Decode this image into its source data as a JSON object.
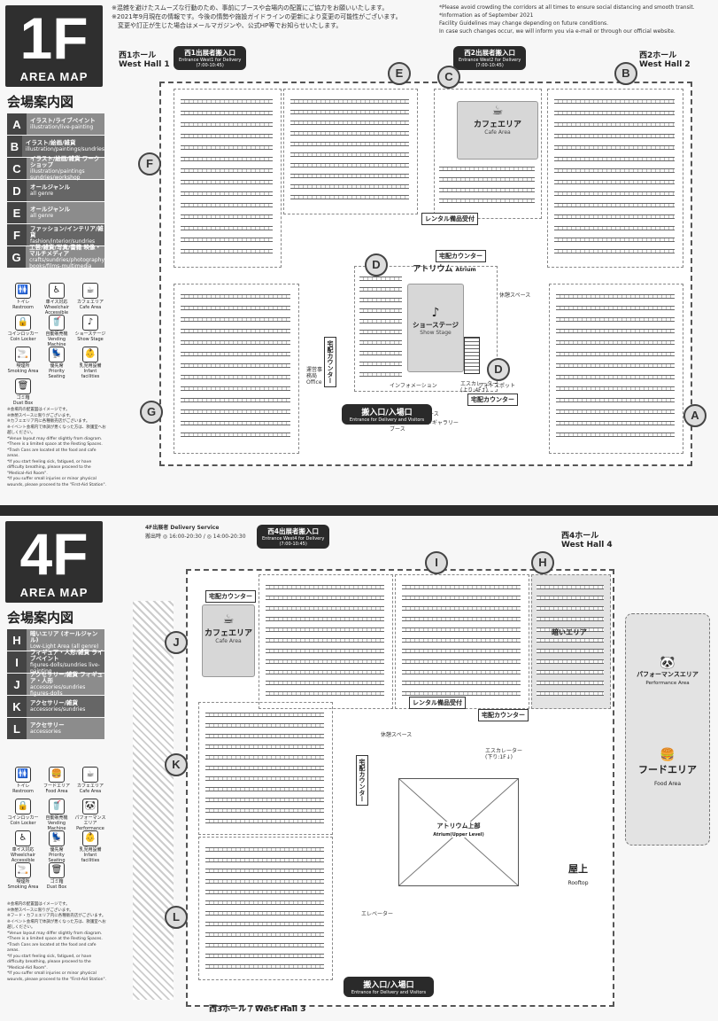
{
  "floor1": {
    "badge_big": "1F",
    "badge_sub": "AREA MAP",
    "guide_title": "会場案内図",
    "header_notes_ja": [
      "※混雑を避けたスムーズな行動のため、事前にブースや会場内の配置にご協力をお願いいたします。",
      "※2021年9月現在の情報です。今後の情勢や施設ガイドラインの更新により変更の可能性がございます。",
      "　変更や訂正が生じた場合はメールマガジンや、公式HP等でお知らせいたします。"
    ],
    "header_notes_en": [
      "*Please avoid crowding the corridors at all times to ensure social distancing and smooth transit.",
      "*Information as of September 2021",
      "  Facility Guidelines may change depending on future conditions.",
      "  In case such changes occur, we will inform you via e-mail or through our official website."
    ],
    "legend": [
      {
        "letter": "A",
        "ja": "イラスト/ライブペイント",
        "en": "illustration/live-painting"
      },
      {
        "letter": "B",
        "ja": "イラスト/絵画/雑貨",
        "en": "illustration/paintings/sundries"
      },
      {
        "letter": "C",
        "ja": "イラスト/絵画/雑貨 ワークショップ",
        "en": "illustration/paintings sundries/workshop"
      },
      {
        "letter": "D",
        "ja": "オールジャンル",
        "en": "all genre"
      },
      {
        "letter": "E",
        "ja": "オールジャンル",
        "en": "all genre"
      },
      {
        "letter": "F",
        "ja": "ファッション/インテリア/雑貨",
        "en": "fashion/interior/sundries"
      },
      {
        "letter": "G",
        "ja": "工芸/雑貨/写真/書籍 映像・マルチメディア",
        "en": "crafts/sundries/photography books/films-multimedia"
      }
    ],
    "icons": [
      {
        "glyph": "🚻",
        "ja": "トイレ",
        "en": "Restroom"
      },
      {
        "glyph": "♿",
        "ja": "車イス対応",
        "en": "Wheelchair Accessible"
      },
      {
        "glyph": "☕",
        "ja": "カフェエリア",
        "en": "Cafe Area"
      },
      {
        "glyph": "🔒",
        "ja": "コインロッカー",
        "en": "Coin Locker"
      },
      {
        "glyph": "🥤",
        "ja": "自動販売機",
        "en": "Vending Machine"
      },
      {
        "glyph": "♪",
        "ja": "ショーステージ",
        "en": "Show Stage"
      },
      {
        "glyph": "🚬",
        "ja": "喫煙所",
        "en": "Smoking Area"
      },
      {
        "glyph": "💺",
        "ja": "優先席",
        "en": "Priority Seating"
      },
      {
        "glyph": "👶",
        "ja": "乳児用設備",
        "en": "Infant facilities"
      },
      {
        "glyph": "🗑",
        "ja": "ゴミ箱",
        "en": "Dust Box"
      }
    ],
    "notes": [
      "※会場内の配置図はイメージです。",
      "※休憩スペースに限りがございます。",
      "※カフェエリア内に各種販売店がございます。",
      "※イベント会場内で体調が悪くなった方は、救護室へお越しください。",
      "*Venue layout may differ slightly from diagram.",
      "*There is a limited space at the Resting Spaces.",
      "*Trash Cans are located at the food and cafe areas.",
      "*If you start feeling sick, fatigued, or have difficulty breathing, please proceed to the \"Medical-Aid Room\".",
      "*If you suffer small injuries or minor physical wounds, please proceed to the \"First-Aid Station\"."
    ],
    "west_hall_1_ja": "西1ホール",
    "west_hall_1_en": "West Hall 1",
    "west_hall_2_ja": "西2ホール",
    "west_hall_2_en": "West Hall 2",
    "entrance1": {
      "ja": "西1出展者搬入口",
      "en": "Entrance West1 for Delivery",
      "time": "(7:00-10:45)"
    },
    "entrance2": {
      "ja": "西2出展者搬入口",
      "en": "Entrance West2 for Delivery",
      "time": "(7:00-10:45)"
    },
    "main_entrance": {
      "ja": "搬入口/入場口",
      "en": "Entrance for Delivery and Visitors"
    },
    "cafe": {
      "ja": "カフェエリア",
      "en": "Cafe Area"
    },
    "atrium": {
      "ja": "アトリウム",
      "en": "Atrium"
    },
    "show_stage": {
      "ja": "ショーステージ",
      "en": "Show Stage"
    },
    "delivery_counter": "宅配カウンター",
    "rental_counter": "レンタル備品受付",
    "event_booth": "イベントブース",
    "design_festa_gallery": "デザインフェスタギャラリーブース",
    "photo_spot": "フォトスポット",
    "escalator": "エスカレーター(上り:4F↑)",
    "information": "インフォメーション",
    "rest_space": "休憩スペース",
    "office": "運営事務局 Office",
    "circle_letters": [
      "E",
      "C",
      "B",
      "F",
      "D",
      "D",
      "G",
      "A"
    ]
  },
  "floor4": {
    "badge_big": "4F",
    "badge_sub": "AREA MAP",
    "guide_title": "会場案内図",
    "legend": [
      {
        "letter": "H",
        "ja": "暗いエリア (オールジャンル)",
        "en": "Low-Light Area (all genre)"
      },
      {
        "letter": "I",
        "ja": "フィギュア・人形/雑貨 ライブペイント",
        "en": "figures-dolls/sundries live-painting"
      },
      {
        "letter": "J",
        "ja": "アクセサリー/雑貨 フィギュア・人形",
        "en": "accessories/sundries figures-dolls"
      },
      {
        "letter": "K",
        "ja": "アクセサリー/雑貨",
        "en": "accessories/sundries"
      },
      {
        "letter": "L",
        "ja": "アクセサリー",
        "en": "accessories"
      }
    ],
    "icons": [
      {
        "glyph": "🚻",
        "ja": "トイレ",
        "en": "Restroom"
      },
      {
        "glyph": "🍔",
        "ja": "フードエリア",
        "en": "Food Area"
      },
      {
        "glyph": "☕",
        "ja": "カフェエリア",
        "en": "Cafe Area"
      },
      {
        "glyph": "🔒",
        "ja": "コインロッカー",
        "en": "Coin Locker"
      },
      {
        "glyph": "🥤",
        "ja": "自動販売機",
        "en": "Vending Machine"
      },
      {
        "glyph": "🐼",
        "ja": "パフォーマンスエリア",
        "en": "Performance"
      },
      {
        "glyph": "♿",
        "ja": "車イス対応",
        "en": "Wheelchair Accessible"
      },
      {
        "glyph": "💺",
        "ja": "優先席",
        "en": "Priority Seating"
      },
      {
        "glyph": "👶",
        "ja": "乳児用設備",
        "en": "Infant facilities"
      },
      {
        "glyph": "🚬",
        "ja": "喫煙所",
        "en": "Smoking Area"
      },
      {
        "glyph": "🗑",
        "ja": "ゴミ箱",
        "en": "Dust Box"
      }
    ],
    "notes": [
      "※会場内の配置図はイメージです。",
      "※休憩スペースに限りがございます。",
      "※フード・カフェエリア内に各種販売店がございます。",
      "※イベント会場内で体調が悪くなった方は、救護室へお越しください。",
      "*Venue layout may differ slightly from diagram.",
      "*There is a limited space at the Resting Spaces.",
      "*Trash Cans are located at the food and cafe areas.",
      "*If you start feeling sick, fatigued, or have difficulty breathing, please proceed to the \"Medical-Aid Room\".",
      "*If you suffer small injuries or minor physical wounds, please proceed to the \"First-Aid Station\"."
    ],
    "delivery_service": "4F出展者 Delivery Service",
    "delivery_times": "搬出時 ◎ 16:00-20:30 / ◎ 14:00-20:30",
    "entrance4": {
      "ja": "西4出展者搬入口",
      "en": "Entrance West4 for Delivery",
      "time": "(7:00-10:45)"
    },
    "west_hall_4_ja": "西4ホール",
    "west_hall_4_en": "West Hall 4",
    "west_hall_3": "西3ホール / West Hall 3",
    "main_entrance": {
      "ja": "搬入口/入場口",
      "en": "Entrance for Delivery and Visitors"
    },
    "cafe": {
      "ja": "カフェエリア",
      "en": "Cafe Area"
    },
    "dark_area": "暗いエリア",
    "performance": {
      "ja": "パフォーマンスエリア",
      "en": "Performance Area"
    },
    "food": {
      "ja": "フードエリア",
      "en": "Food Area"
    },
    "rooftop": {
      "ja": "屋上",
      "en": "Rooftop"
    },
    "atrium_upper": {
      "ja": "アトリウム上部",
      "en": "Atrium(Upper Level)"
    },
    "delivery_counter": "宅配カウンター",
    "rental_counter": "レンタル備品受付",
    "rest_space": "休憩スペース",
    "escalator": "エスカレーター(下り:1F↓)",
    "elevator": "エレベーター",
    "circle_letters": [
      "I",
      "H",
      "J",
      "K",
      "L"
    ]
  }
}
